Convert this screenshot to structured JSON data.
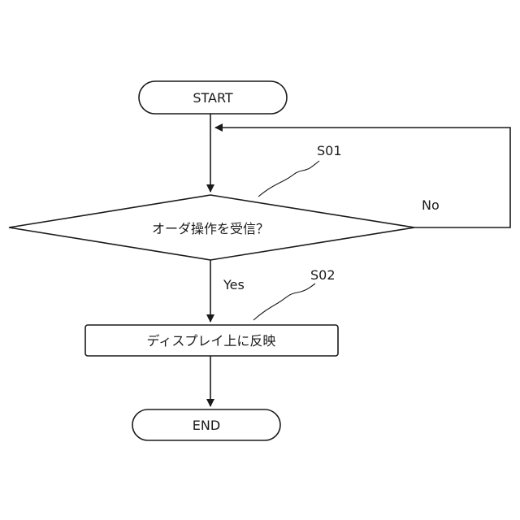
{
  "flowchart": {
    "start": "START",
    "end": "END",
    "decision": {
      "step_id": "S01",
      "text": "オーダ操作を受信？",
      "yes_label": "Yes",
      "no_label": "No"
    },
    "process": {
      "step_id": "S02",
      "text": "ディスプレイ上に反映"
    }
  }
}
